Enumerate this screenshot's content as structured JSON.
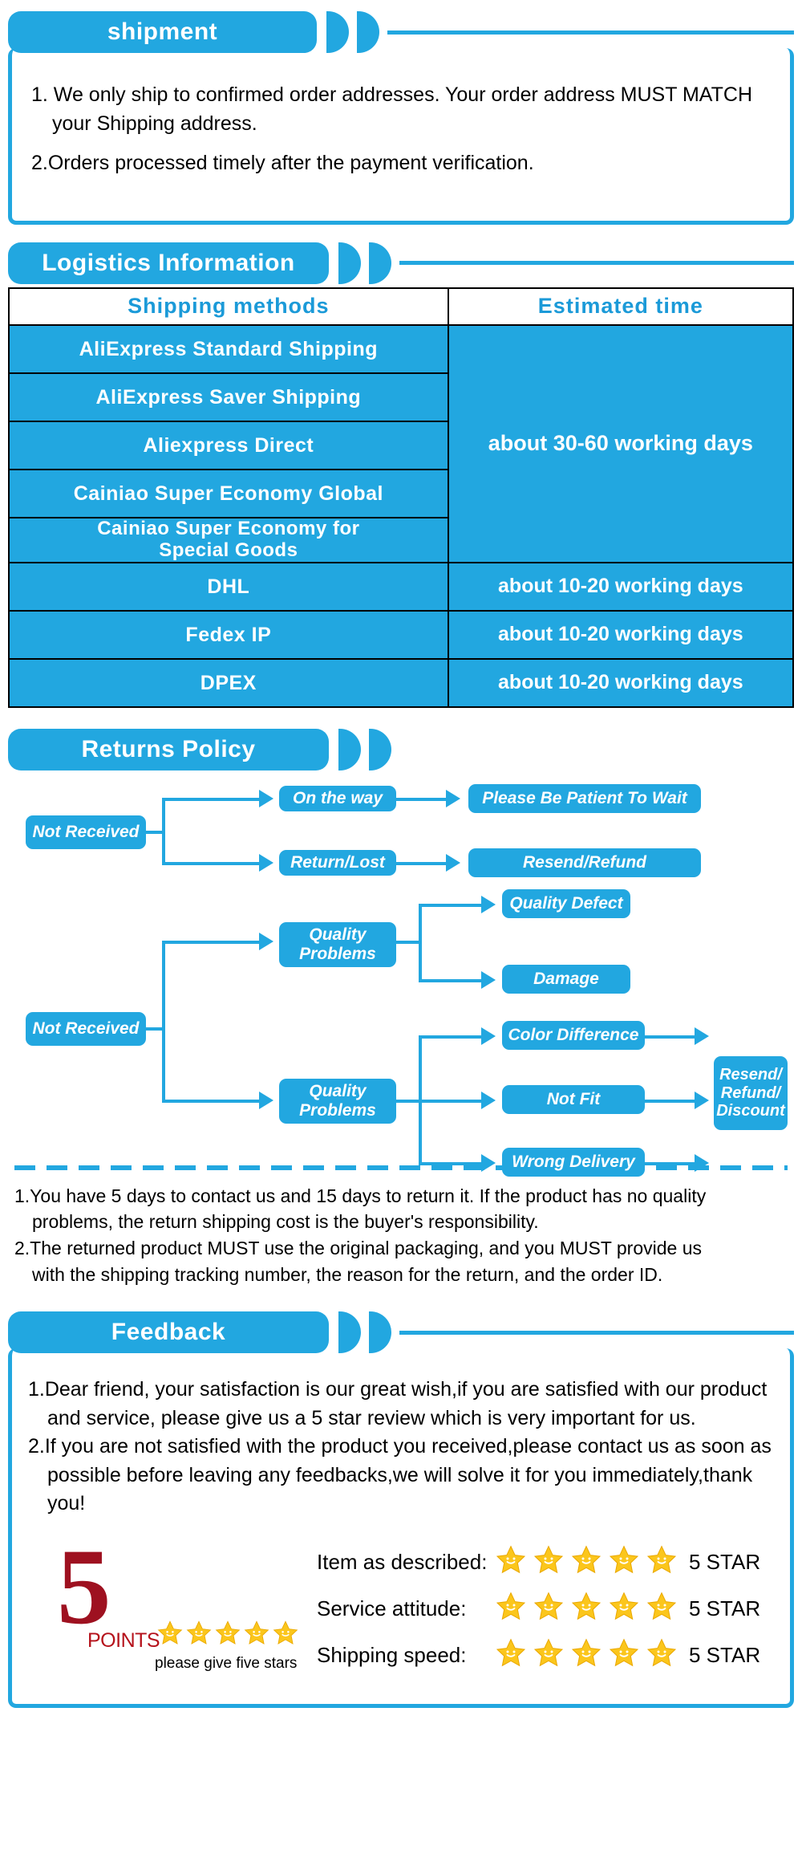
{
  "theme": {
    "blue": "#22a7e0",
    "header_blue": "#1b9ad8",
    "red": "#9e1120",
    "star_yellow": "#f9c21a"
  },
  "shipment": {
    "title": "shipment",
    "lines": [
      "1. We only ship to confirmed order addresses. Your order address MUST MATCH",
      "your Shipping address.",
      "2.Orders processed timely after the payment verification."
    ]
  },
  "logistics": {
    "title": "Logistics Information",
    "headers": [
      "Shipping  methods",
      "Estimated  time"
    ],
    "rows": [
      {
        "method": "AliExpress  Standard  Shipping",
        "time": "about 30-60 working days",
        "group": "A"
      },
      {
        "method": "AliExpress  Saver  Shipping",
        "time": "",
        "group": "A"
      },
      {
        "method": "Aliexpress  Direct",
        "time": "",
        "group": "A"
      },
      {
        "method": "Cainiao  Super  Economy  Global",
        "time": "",
        "group": "A"
      },
      {
        "method": "Cainiao  Super  Economy  for\nSpecial  Goods",
        "time": "",
        "group": "A"
      },
      {
        "method": "DHL",
        "time": "about 10-20 working days",
        "group": "B"
      },
      {
        "method": "Fedex  IP",
        "time": "about 10-20 working days",
        "group": "C"
      },
      {
        "method": "DPEX",
        "time": "about 10-20 working days",
        "group": "D"
      }
    ],
    "grouped_time": "about 30-60 working days"
  },
  "returns": {
    "title": "Returns Policy",
    "flow1": {
      "start": "Not Received",
      "mid": [
        "On the way",
        "Return/Lost"
      ],
      "end": [
        "Please Be Patient To Wait",
        "Resend/Refund"
      ]
    },
    "flow2": {
      "start": "Not Received",
      "mid": [
        "Quality\nProblems",
        "Quality\nProblems"
      ],
      "branch_a": [
        "Quality Defect",
        "Damage"
      ],
      "branch_b": [
        "Color Difference",
        "Not Fit",
        "Wrong Delivery"
      ],
      "final": "Resend/\nRefund/\nDiscount"
    },
    "notes": [
      "1.You have 5 days to contact us and 15 days to return it. If the product has no quality",
      "problems, the return shipping cost is the buyer's responsibility.",
      "2.The returned product MUST use the original packaging, and you MUST provide us",
      "with the shipping tracking number, the reason for the return, and the order ID."
    ]
  },
  "feedback": {
    "title": "Feedback",
    "lines": [
      "1.Dear friend, your satisfaction is our great wish,if you are satisfied with our product",
      "and service, please give us a 5 star review which is very important for us.",
      "2.If you are not satisfied with the product you received,please contact us as soon as",
      "possible before leaving any feedbacks,we will solve it for you immediately,thank you!"
    ],
    "badge": {
      "number": "5",
      "points_label": "POINTS",
      "caption": "please give five stars",
      "stars": 5
    },
    "ratings": [
      {
        "label": "Item as described:",
        "stars": 5,
        "value": "5 STAR"
      },
      {
        "label": "Service attitude:",
        "stars": 5,
        "value": "5 STAR"
      },
      {
        "label": "Shipping speed:",
        "stars": 5,
        "value": "5 STAR"
      }
    ]
  }
}
